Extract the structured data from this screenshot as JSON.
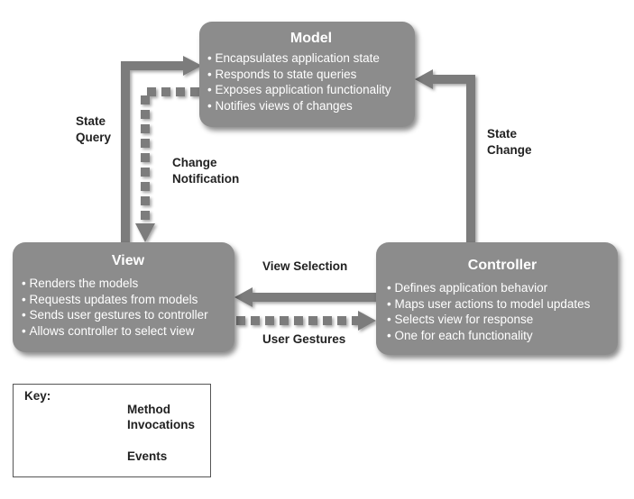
{
  "model": {
    "title": "Model",
    "items": [
      "Encapsulates application state",
      "Responds to state queries",
      "Exposes application functionality",
      "Notifies views of changes"
    ]
  },
  "view": {
    "title": "View",
    "items": [
      "Renders the models",
      "Requests updates from models",
      "Sends user gestures to controller",
      "Allows controller to select view"
    ]
  },
  "controller": {
    "title": "Controller",
    "items": [
      "Defines application behavior",
      "Maps user actions to model updates",
      "Selects view for response",
      "One for each functionality"
    ]
  },
  "labels": {
    "state_query": "State\nQuery",
    "change_notification": "Change\nNotification",
    "state_change": "State\nChange",
    "view_selection": "View Selection",
    "user_gestures": "User Gestures"
  },
  "key": {
    "title": "Key:",
    "method_invocations": "Method\nInvocations",
    "events": "Events"
  },
  "colors": {
    "box": "#8c8c8c",
    "arrow": "#7b7b7b",
    "text_on_box": "#ffffff",
    "label": "#222222"
  }
}
